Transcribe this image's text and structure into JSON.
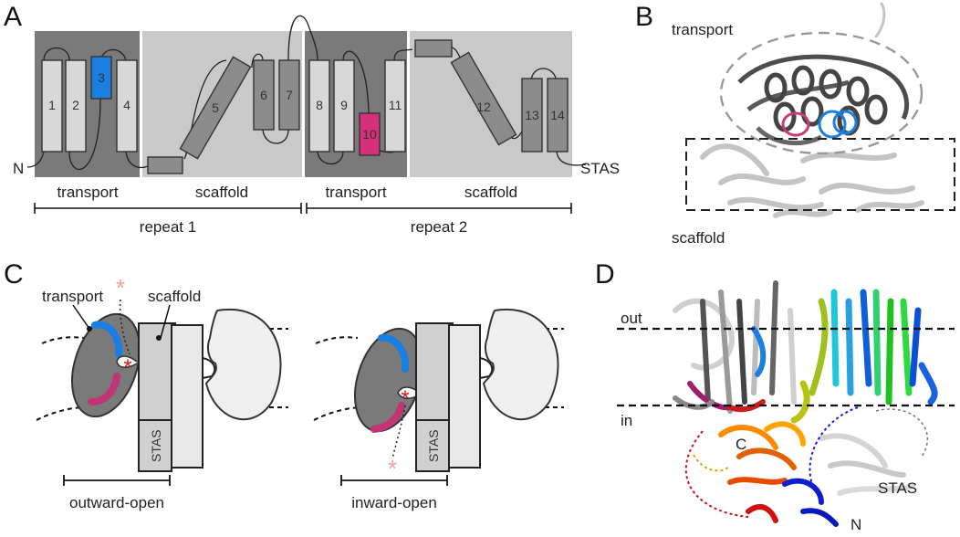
{
  "panels": {
    "a": {
      "label": "A",
      "terminal_n": "N",
      "terminal_c": "STAS",
      "region_labels": [
        "transport",
        "scaffold",
        "transport",
        "scaffold"
      ],
      "repeat_labels": [
        "repeat 1",
        "repeat 2"
      ],
      "helix_numbers": [
        "1",
        "2",
        "3",
        "4",
        "5",
        "6",
        "7",
        "8",
        "9",
        "10",
        "11",
        "12",
        "13",
        "14"
      ]
    },
    "b": {
      "label": "B",
      "top_label": "transport",
      "bottom_label": "scaffold"
    },
    "c": {
      "label": "C",
      "transport_label": "transport",
      "scaffold_label": "scaffold",
      "stas_label": "STAS",
      "asterisk": "*",
      "state_labels": [
        "outward-open",
        "inward-open"
      ]
    },
    "d": {
      "label": "D",
      "out_label": "out",
      "in_label": "in",
      "c_label": "C",
      "n_label": "N",
      "stas_label": "STAS"
    }
  },
  "colors": {
    "transport_bg": "#7a7a7a",
    "scaffold_bg": "#c9c9c9",
    "helix_light": "#d8d8d8",
    "helix_dark": "#8c8c8c",
    "helix3": "#1a7fe0",
    "helix10": "#d6307a",
    "asterisk": "#d02020",
    "asterisk_faded": "#f0a0a0"
  }
}
